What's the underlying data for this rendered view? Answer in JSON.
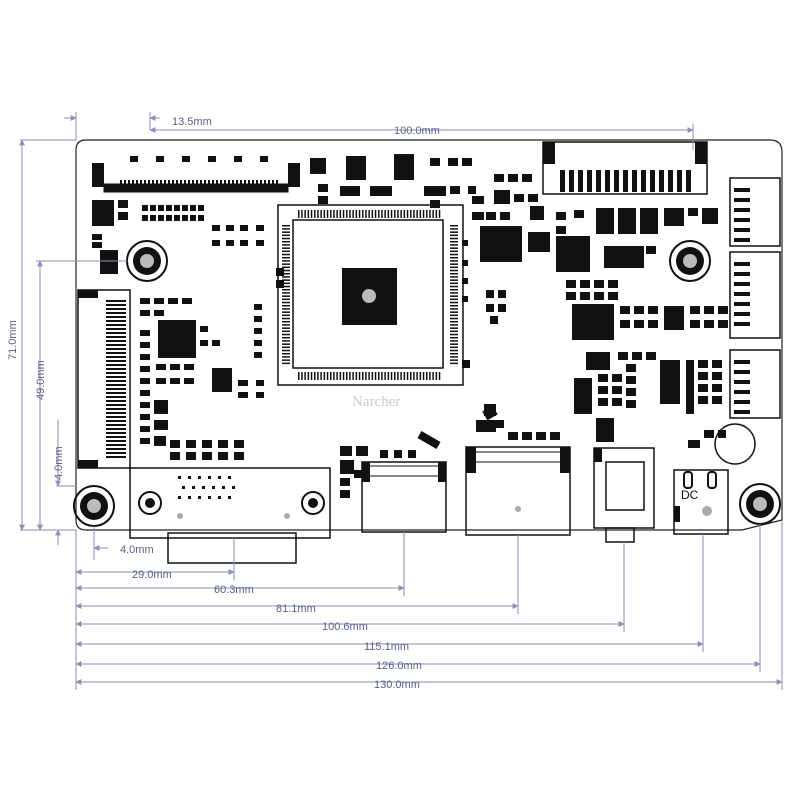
{
  "watermark": "Narcher",
  "connector_label": "DC",
  "top_dimensions": [
    "13.5mm",
    "100.0mm"
  ],
  "left_dimensions": [
    "71.0mm",
    "49.0mm",
    "4.0mm"
  ],
  "bottom_dimensions": [
    "4.0mm",
    "29.0mm",
    "60.3mm",
    "81.1mm",
    "100.6mm",
    "115.1mm",
    "126.0mm",
    "130.0mm"
  ],
  "colors": {
    "dimension": "#8a8fb8",
    "dimension_text": "#5a5f8c",
    "component": "#111111",
    "board_outline": "#222222"
  }
}
